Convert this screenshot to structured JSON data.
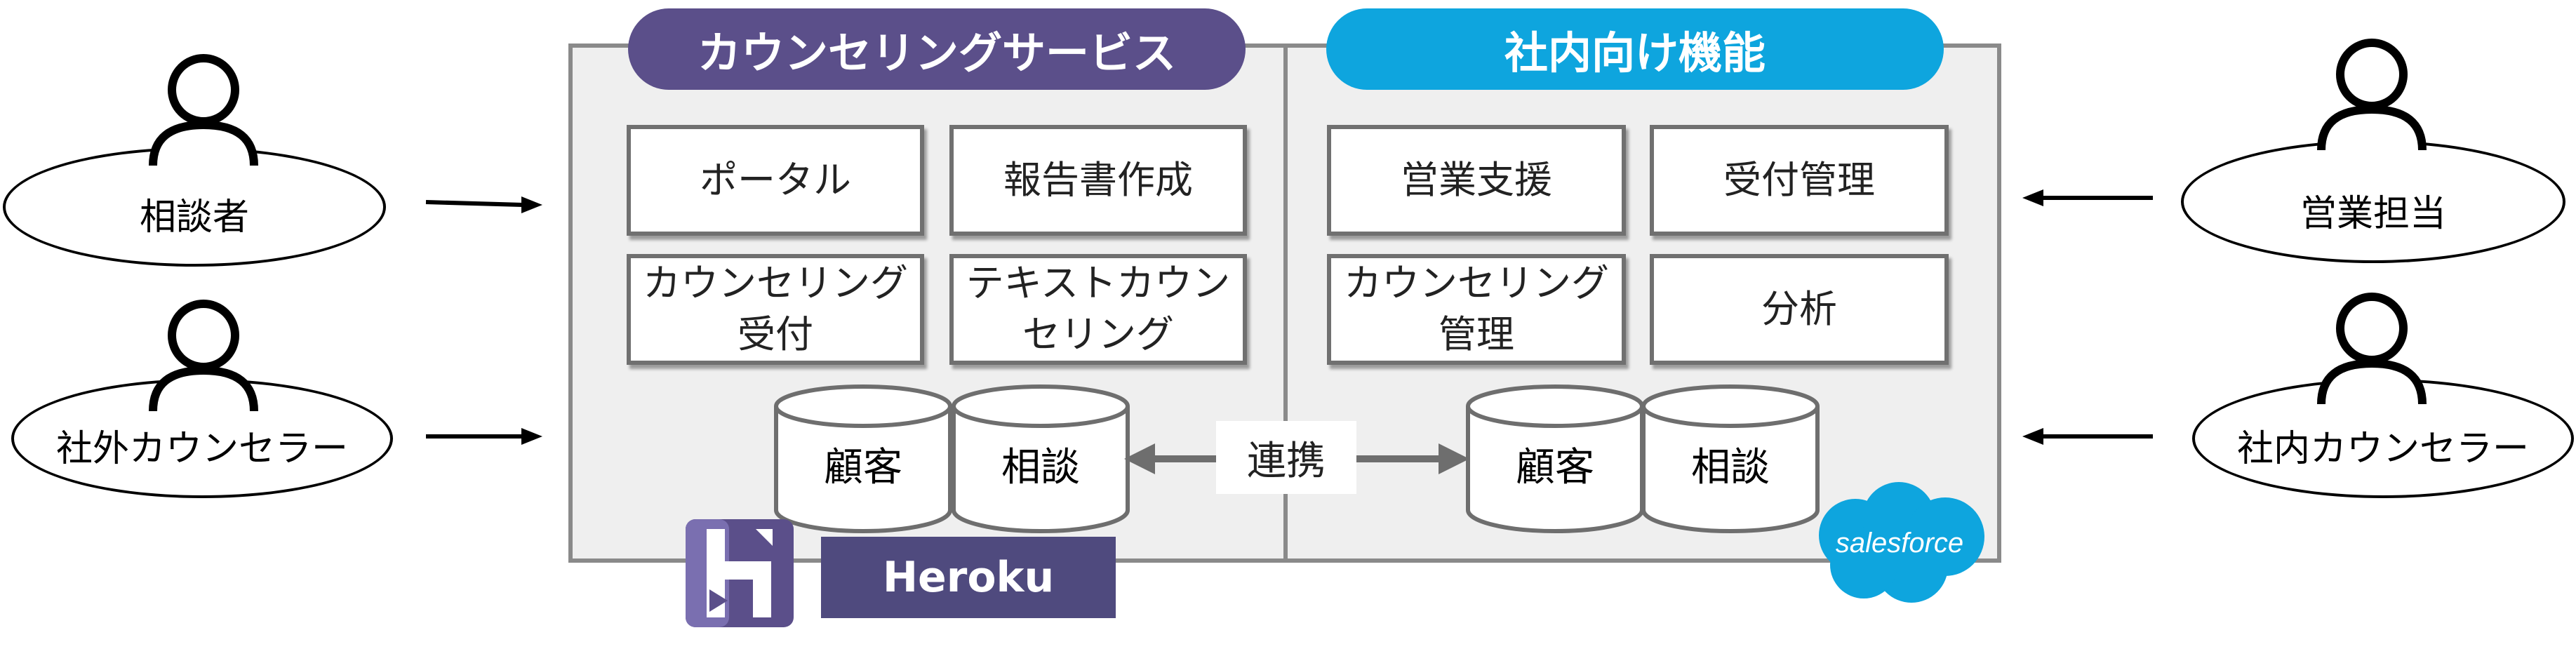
{
  "actors": {
    "consulter": "相談者",
    "external_counselor": "社外カウンセラー",
    "sales_rep": "営業担当",
    "internal_counselor": "社内カウンセラー"
  },
  "headers": {
    "counseling_service": "カウンセリングサービス",
    "internal_functions": "社内向け機能"
  },
  "left_features": {
    "portal": "ポータル",
    "report": "報告書作成",
    "counseling_reception_line1": "カウンセリング",
    "counseling_reception_line2": "受付",
    "text_counseling_line1": "テキストカウン",
    "text_counseling_line2": "セリング"
  },
  "right_features": {
    "sales_support": "営業支援",
    "reception_mgmt": "受付管理",
    "counseling_mgmt_line1": "カウンセリング",
    "counseling_mgmt_line2": "管理",
    "analysis": "分析"
  },
  "databases": {
    "customer": "顧客",
    "consultation": "相談"
  },
  "link_label": "連携",
  "logos": {
    "heroku_name": "Heroku",
    "salesforce_name": "salesforce"
  },
  "colors": {
    "heroku_purple": "#5b4f8a",
    "salesforce_blue": "#0ea5de",
    "panel_gray": "#efefef"
  }
}
